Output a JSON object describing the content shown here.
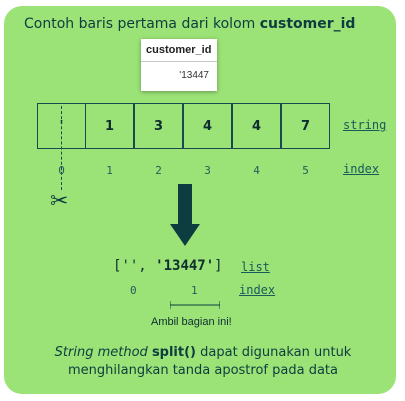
{
  "title": {
    "prefix": "Contoh baris pertama dari kolom ",
    "column": "customer_id"
  },
  "popup": {
    "header": "customer_id",
    "value": "'13447"
  },
  "string_row": {
    "cells": [
      "'",
      "1",
      "3",
      "4",
      "4",
      "7"
    ],
    "label": "string"
  },
  "index_row": {
    "values": [
      "0",
      "1",
      "2",
      "3",
      "4",
      "5"
    ],
    "label": "index"
  },
  "icons": {
    "scissors": "scissors-icon",
    "arrow": "arrow-down-icon"
  },
  "result": {
    "open": "[",
    "item1": "''",
    "sep": ", ",
    "item2": "'13447'",
    "close": "]",
    "label": "list",
    "index0": "0",
    "index1": "1",
    "index_label": "index",
    "note": "Ambil bagian ini!"
  },
  "footer": {
    "method_italic": "String method",
    "method_name": "split()",
    "line1_rest": " dapat digunakan untuk",
    "line2": "menghilangkan tanda apostrof pada data"
  },
  "colors": {
    "background": "#9be277",
    "text": "#0e3d3f",
    "arrow": "#0e3d3f"
  }
}
